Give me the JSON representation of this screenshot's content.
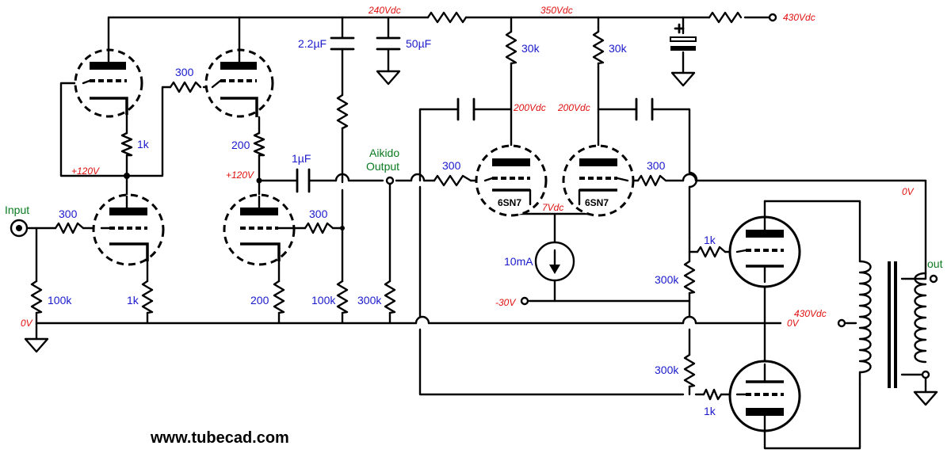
{
  "diagram": {
    "labels": {
      "v240": "240Vdc",
      "v350": "350Vdc",
      "v430_top": "430Vdc",
      "c_2u2": "2.2µF",
      "c_50u": "50µF",
      "r30k_left": "30k",
      "r30k_right": "30k",
      "r300_top": "300",
      "v200_left": "200Vdc",
      "v200_right": "200Vdc",
      "r1k_follower": "1k",
      "v120_left": "+120V",
      "r200": "200",
      "v120_mid": "+120V",
      "c_1u": "1µF",
      "aikido_line1": "Aikido",
      "aikido_line2": "Output",
      "r300_grid_left_pp": "300",
      "r300_grid_right_pp": "300",
      "tube_6sn7_left": "6SN7",
      "tube_6sn7_right": "6SN7",
      "v7": "7Vdc",
      "v0_right_top": "0V",
      "input": "Input",
      "r300_input": "300",
      "r300_mid": "300",
      "r1k_upper_out": "1k",
      "out": "out",
      "i10ma": "10mA",
      "r300k_upper": "300k",
      "r100k_in": "100k",
      "r1k_cath": "1k",
      "r200_cath": "200",
      "r100k_mid": "100k",
      "r300k_mid": "300k",
      "vneg30": "-30V",
      "v430_trafo": "430Vdc",
      "v0_left": "0V",
      "v0_right_mid": "0V",
      "r300k_lower": "300k",
      "r1k_lower_out": "1k",
      "website": "www.tubecad.com"
    }
  }
}
